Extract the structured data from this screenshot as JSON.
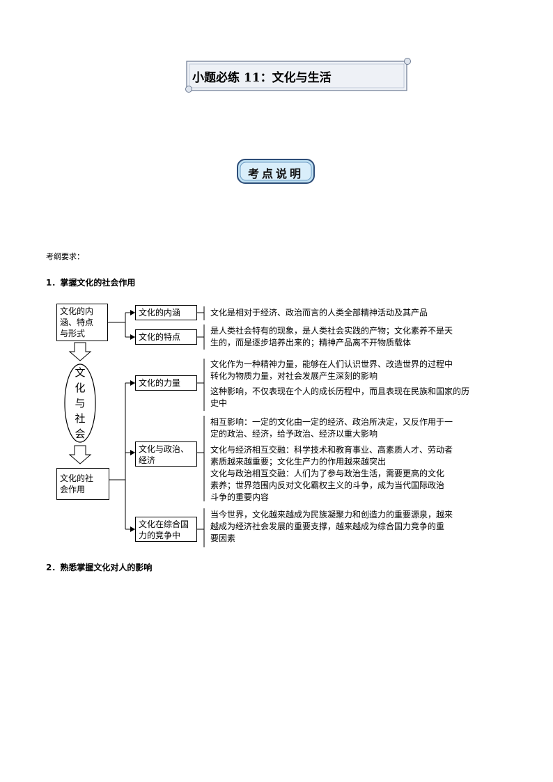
{
  "banner": {
    "title": "小题必练 11：文化与生活"
  },
  "badge": {
    "label": "考点说明"
  },
  "requirements_label": "考纲要求：",
  "sections": {
    "s1": "1．掌握文化的社会作用",
    "s2": "2．熟悉掌握文化对人的影响"
  },
  "diagram": {
    "left_top_box": [
      "文化的内",
      "涵、特点",
      "与形式"
    ],
    "circle": [
      "文",
      "化",
      "与",
      "社",
      "会"
    ],
    "left_bottom_box": [
      "文化的社",
      "会作用"
    ],
    "mid_boxes": {
      "neihan": "文化的内涵",
      "tedian": "文化的特点",
      "liliang": "文化的力量",
      "zhengzhi": [
        "文化与政治、",
        "经济"
      ],
      "zonghe": [
        "文化在综合国",
        "力的竞争中"
      ]
    },
    "lines": {
      "neihan_1": "文化是相对于经济、政治而言的人类全部精神活动及其产品",
      "tedian_1": "是人类社会特有的现象，是人类社会实践的产物；文化素养不是天",
      "tedian_2": "生的，而是逐步培养出来的；精神产品离不开物质载体",
      "liliang_1": "文化作为一种精神力量，能够在人们认识世界、改造世界的过程中",
      "liliang_2": "转化为物质力量，对社会发展产生深刻的影响",
      "liliang_3": "这种影响，不仅表现在个人的成长历程中，而且表现在民族和国家的历",
      "liliang_4": "史中",
      "zz_1": "相互影响：一定的文化由一定的经济、政治所决定，又反作用于一",
      "zz_2": "定的政治、经济，给予政治、经济以重大影响",
      "zz_3": "文化与经济相互交融：科学技术和教育事业、高素质人才、劳动者",
      "zz_4": "素质越来越重要；文化生产力的作用越来越突出",
      "zz_5": "文化与政治相互交融：人们为了参与政治生活，需要更高的文化",
      "zz_6": "素养；世界范围内反对文化霸权主义的斗争，成为当代国际政治",
      "zz_7": "斗争的重要内容",
      "zh_1": "当今世界，文化越来越成为民族凝聚力和创造力的重要源泉，越来",
      "zh_2": "越成为经济社会发展的重要支撑，越来越成为综合国力竞争的重",
      "zh_3": "要因素"
    }
  }
}
